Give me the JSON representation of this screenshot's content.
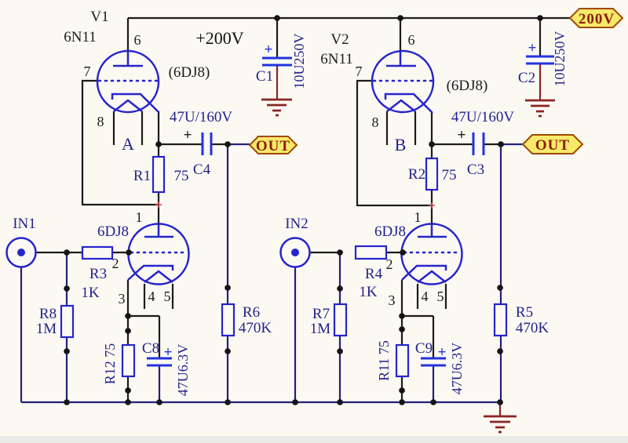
{
  "colors": {
    "wire_black": "#1c1c1c",
    "wire_navy": "#21217a",
    "component_blue": "#2525cc",
    "cap_blue": "#2233dd",
    "ground_red": "#8b2424",
    "label_navy": "#23238c",
    "badge_fill": "#f7e96b",
    "badge_border": "#a04a00",
    "badge_text": "#8b1f00"
  },
  "power": {
    "rail_label": "+200V",
    "badge_200v": "200V"
  },
  "outputs": {
    "out_left": "OUT",
    "out_right": "OUT"
  },
  "inputs": {
    "in1": "IN1",
    "in2": "IN2"
  },
  "tubes": {
    "v1": {
      "designator": "V1",
      "part": "6N11",
      "alt_part": "(6DJ8)",
      "section": "A",
      "pin_top": "6",
      "pin_left": "7",
      "pin_bottom": "8"
    },
    "v2": {
      "designator": "V2",
      "part": "6N11",
      "alt_part": "(6DJ8)",
      "section": "B",
      "pin_top": "6",
      "pin_left": "7",
      "pin_bottom": "8"
    },
    "lower_left": {
      "part": "6DJ8",
      "pin1": "1",
      "pin2": "2",
      "pin3": "3",
      "pin4": "4",
      "pin5": "5"
    },
    "lower_right": {
      "part": "6DJ8",
      "pin1": "1",
      "pin2": "2",
      "pin3": "3",
      "pin4": "4",
      "pin5": "5"
    }
  },
  "capacitors": {
    "c1": {
      "name": "C1",
      "value": "10U250V",
      "plus": "+"
    },
    "c2": {
      "name": "C2",
      "value": "10U250V",
      "plus": "+"
    },
    "c3": {
      "name": "C3",
      "value": "47U/160V",
      "plus": "+"
    },
    "c4": {
      "name": "C4",
      "value": "47U/160V",
      "plus": "+"
    },
    "c8": {
      "name": "C8",
      "value": "47U6.3V",
      "plus": "+"
    },
    "c9": {
      "name": "C9",
      "value": "47U6.3V",
      "plus": "+"
    }
  },
  "resistors": {
    "r1": {
      "name": "R1",
      "value": "75"
    },
    "r2": {
      "name": "R2",
      "value": "75"
    },
    "r3": {
      "name": "R3",
      "value": "1K"
    },
    "r4": {
      "name": "R4",
      "value": "1K"
    },
    "r5": {
      "name": "R5",
      "value": "470K"
    },
    "r6": {
      "name": "R6",
      "value": "470K"
    },
    "r7": {
      "name": "R7",
      "value": "1M"
    },
    "r8": {
      "name": "R8",
      "value": "1M"
    },
    "r11": {
      "label": "R11 75"
    },
    "r12": {
      "label": "R12 75"
    }
  }
}
